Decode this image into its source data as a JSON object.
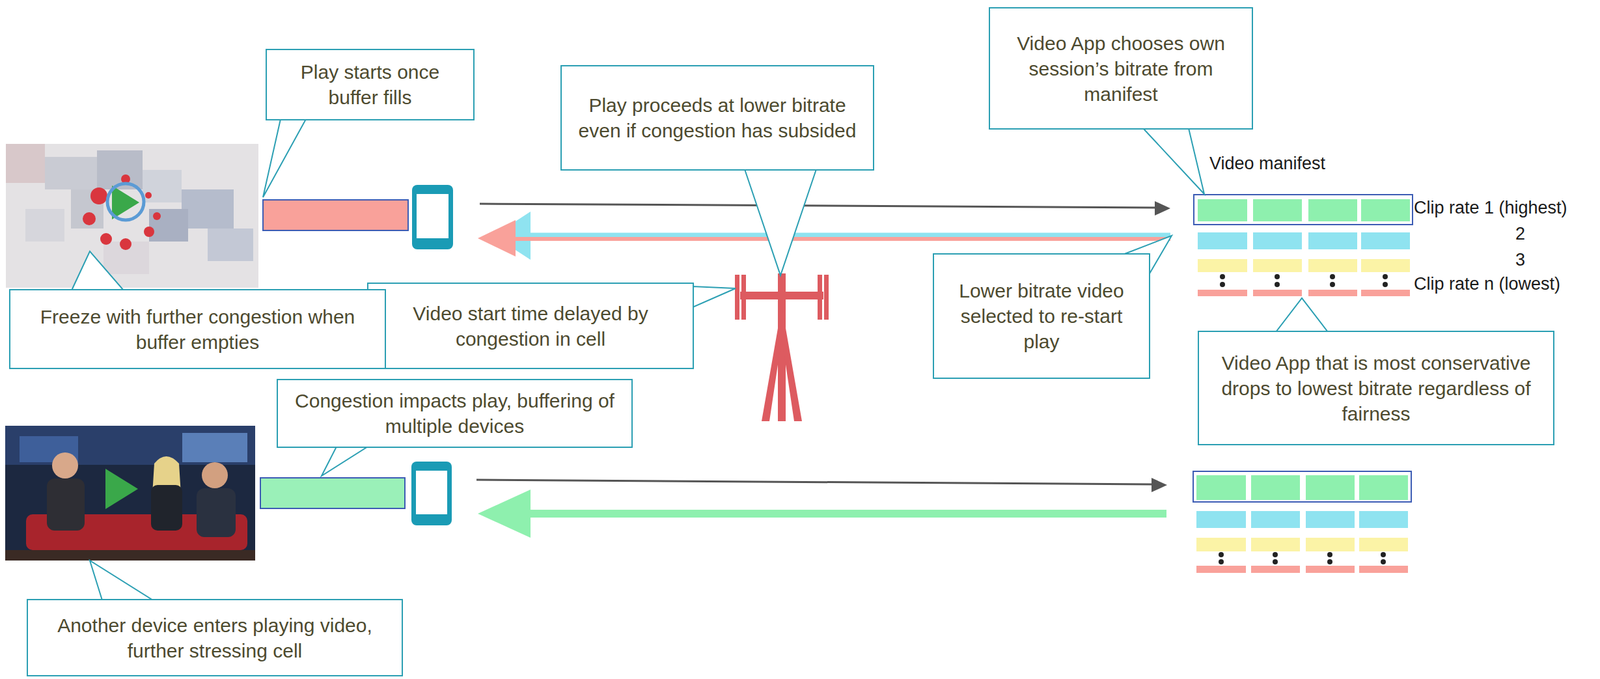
{
  "diagram": {
    "nodes": [
      {
        "text": [
          "Play starts once buffer fills"
        ]
      },
      {
        "text": [
          "Play proceeds at lower bitrate even if congestion has subsided"
        ]
      },
      {
        "text": [
          "Video App chooses own session’s bitrate from manifest"
        ]
      },
      {
        "text": [
          "Freeze with further congestion when buffer empties"
        ]
      },
      {
        "text": [
          "Video start time delayed by congestion in cell"
        ]
      },
      {
        "text": [
          "Lower bitrate video selected to re-start play"
        ]
      },
      {
        "text": [
          "Video App that is most conservative drops to lowest bitrate regardless of fairness"
        ]
      },
      {
        "text": [
          "Congestion impacts play, buffering of multiple devices"
        ]
      },
      {
        "text": [
          "Another device enters playing video, further stressing cell"
        ]
      }
    ],
    "labels": [
      "Video manifest",
      "Clip rate 1 (highest)",
      "2",
      "3",
      "Clip rate n (lowest)"
    ]
  }
}
